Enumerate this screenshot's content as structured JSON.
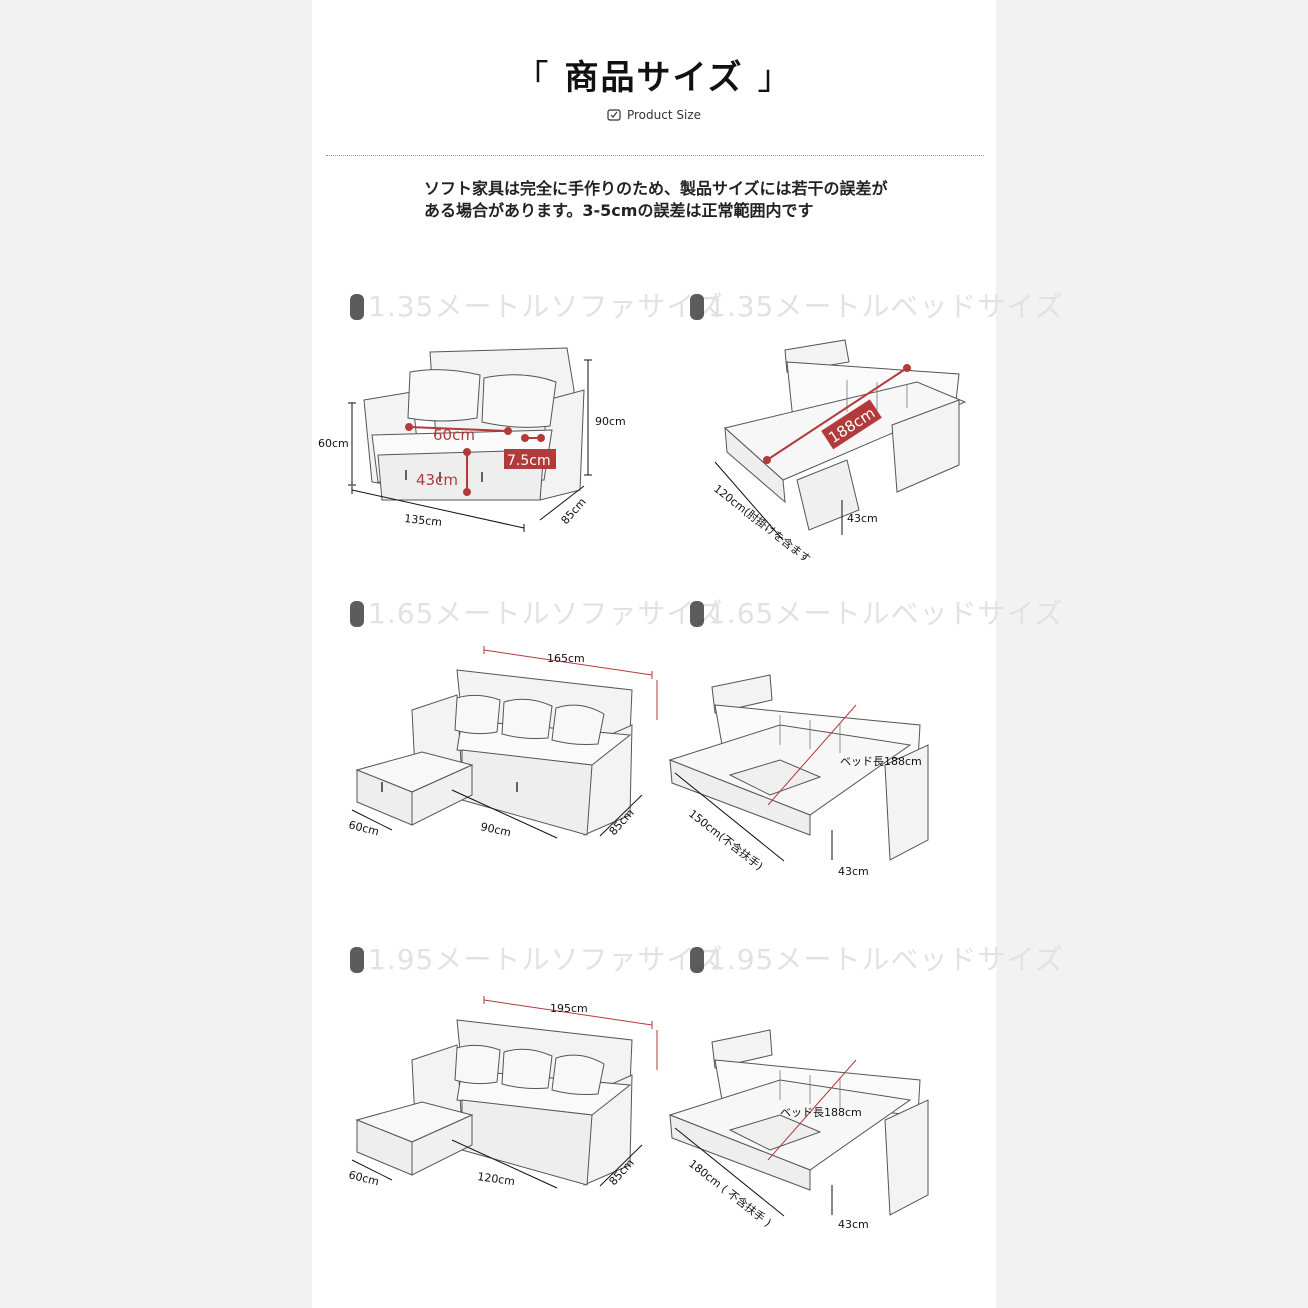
{
  "header": {
    "bracket_open": "「",
    "title": "商品サイズ",
    "bracket_close": "」",
    "subtitle": "Product Size"
  },
  "note": "ソフト家具は完全に手作りのため、製品サイズには若干の誤差がある場合があります。3-5cmの誤差は正常範囲内です",
  "sections": {
    "s1_sofa": "1.35メートルソファサイズ",
    "s1_bed": "1.35メートルベッドサイズ",
    "s2_sofa": "1.65メートルソファサイズ",
    "s2_bed": "1.65メートルベッドサイズ",
    "s3_sofa": "1.95メートルソファサイズ",
    "s3_bed": "1.95メートルベッドサイズ"
  },
  "diagrams": {
    "d1": {
      "seat_depth": "60cm",
      "arm": "7.5cm",
      "seat_h": "43cm",
      "back_h": "90cm",
      "left_h": "60cm",
      "width": "135cm",
      "depth": "85cm"
    },
    "d2": {
      "length": "188cm",
      "width": "120cm(肘掛けを含ます",
      "height": "43cm"
    },
    "d3": {
      "width": "165cm",
      "ottoman": "60cm",
      "seat_w": "90cm",
      "depth": "85cm"
    },
    "d4": {
      "length": "ベッド長188cm",
      "width": "150cm(不含扶手)",
      "height": "43cm"
    },
    "d5": {
      "width": "195cm",
      "ottoman": "60cm",
      "seat_w": "120cm",
      "depth": "85cm"
    },
    "d6": {
      "length": "ベッド長188cm",
      "width": "180cm ( 不含扶手 )",
      "height": "43cm"
    }
  },
  "colors": {
    "accent": "#b33a3a",
    "text": "#222222",
    "faded": "#e2e2e2"
  }
}
